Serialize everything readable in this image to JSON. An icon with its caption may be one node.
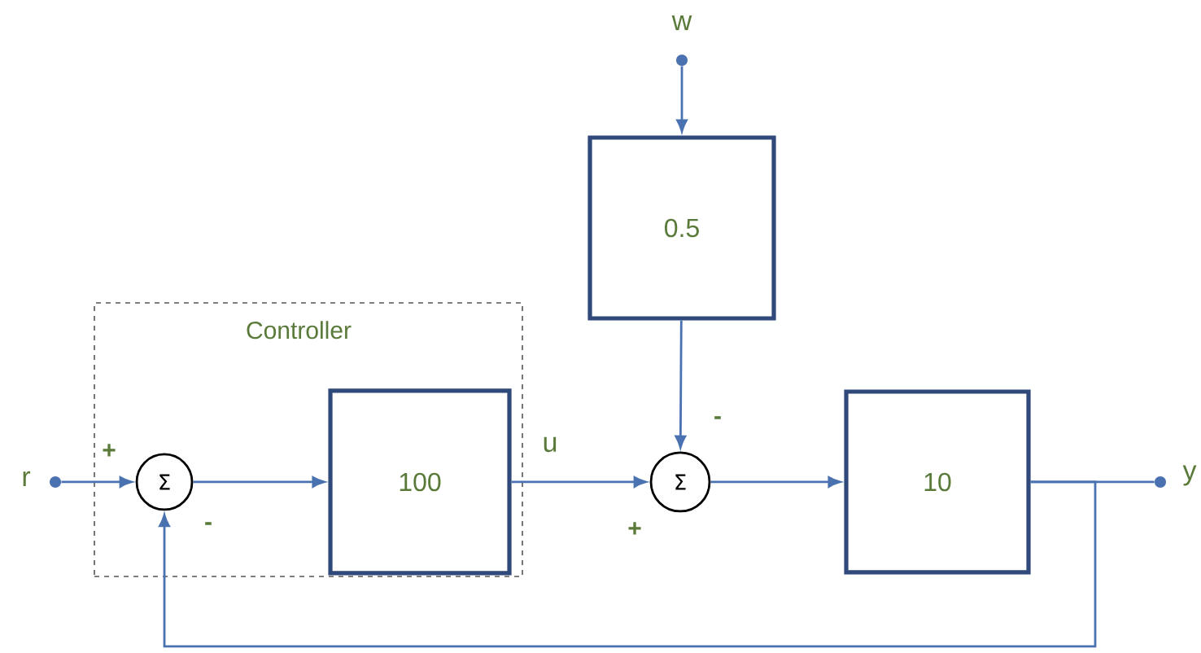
{
  "diagram": {
    "nodes": [
      {
        "text": [
          "Controller"
        ]
      },
      {
        "text": [
          "Σ"
        ],
        "in": 0
      },
      {
        "text": [
          "100"
        ],
        "in": 0
      },
      {
        "text": [
          "Σ"
        ]
      },
      {
        "text": [
          "0.5"
        ]
      },
      {
        "text": [
          "10"
        ]
      },
      {
        "text": [],
        "shape": "circle",
        "beside": [
          "r"
        ]
      },
      {
        "text": [],
        "shape": "circle",
        "beside": [
          "w"
        ]
      },
      {
        "text": [],
        "shape": "circle",
        "beside": [
          "y"
        ]
      }
    ],
    "edges": [
      {
        "from": 6,
        "to": 1,
        "arrow": "to"
      },
      {
        "from": 1,
        "to": 2,
        "arrow": "to"
      },
      {
        "from": 2,
        "to": 3,
        "arrow": "to",
        "label": "u"
      },
      {
        "from": 7,
        "to": 4,
        "arrow": "to"
      },
      {
        "from": 4,
        "to": 3,
        "arrow": "to"
      },
      {
        "from": 3,
        "to": 5,
        "arrow": "to"
      },
      {
        "from": 5,
        "to": 8,
        "arrow": "none"
      },
      {
        "from": 5,
        "to": 1,
        "arrow": "to"
      }
    ],
    "labels": [
      "-",
      "+",
      "-",
      "+"
    ]
  }
}
